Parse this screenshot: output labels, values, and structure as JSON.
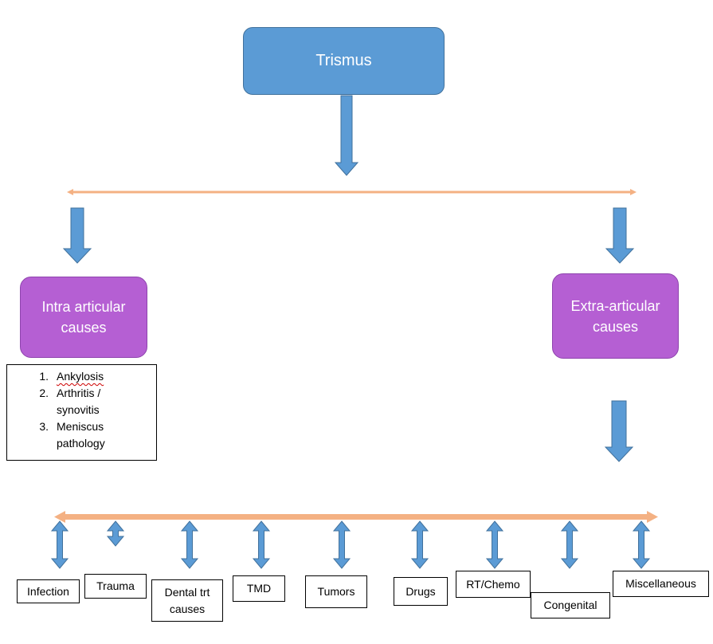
{
  "main_title": "Trismus",
  "intra": {
    "label_line1": "Intra articular",
    "label_line2": "causes"
  },
  "extra": {
    "label_line1": "Extra-articular",
    "label_line2": "causes"
  },
  "intra_list": [
    {
      "num": "1.",
      "line1": "Ankylosis",
      "line2": ""
    },
    {
      "num": "2.",
      "line1": "Arthritis /",
      "line2": "synovitis"
    },
    {
      "num": "3.",
      "line1": "Meniscus",
      "line2": "pathology"
    }
  ],
  "extra_causes": {
    "infection": "Infection",
    "trauma": "Trauma",
    "dental_line1": "Dental trt",
    "dental_line2": "causes",
    "tmd": "TMD",
    "tumors": "Tumors",
    "drugs": "Drugs",
    "rt_chemo": "RT/Chemo",
    "congenital": "Congenital",
    "misc": "Miscellaneous"
  },
  "colors": {
    "blue_box": "#5b9bd5",
    "purple_box": "#b55fd3",
    "arrow_blue": "#5b9bd5",
    "connector_orange": "#f4b183"
  }
}
